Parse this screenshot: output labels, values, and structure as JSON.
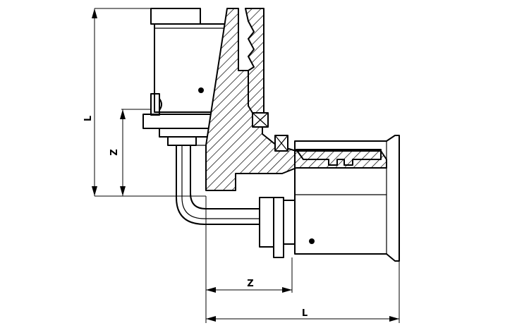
{
  "labels": {
    "l_vertical": "L",
    "z_vertical": "Z",
    "z_horizontal": "Z",
    "l_horizontal": "L"
  }
}
